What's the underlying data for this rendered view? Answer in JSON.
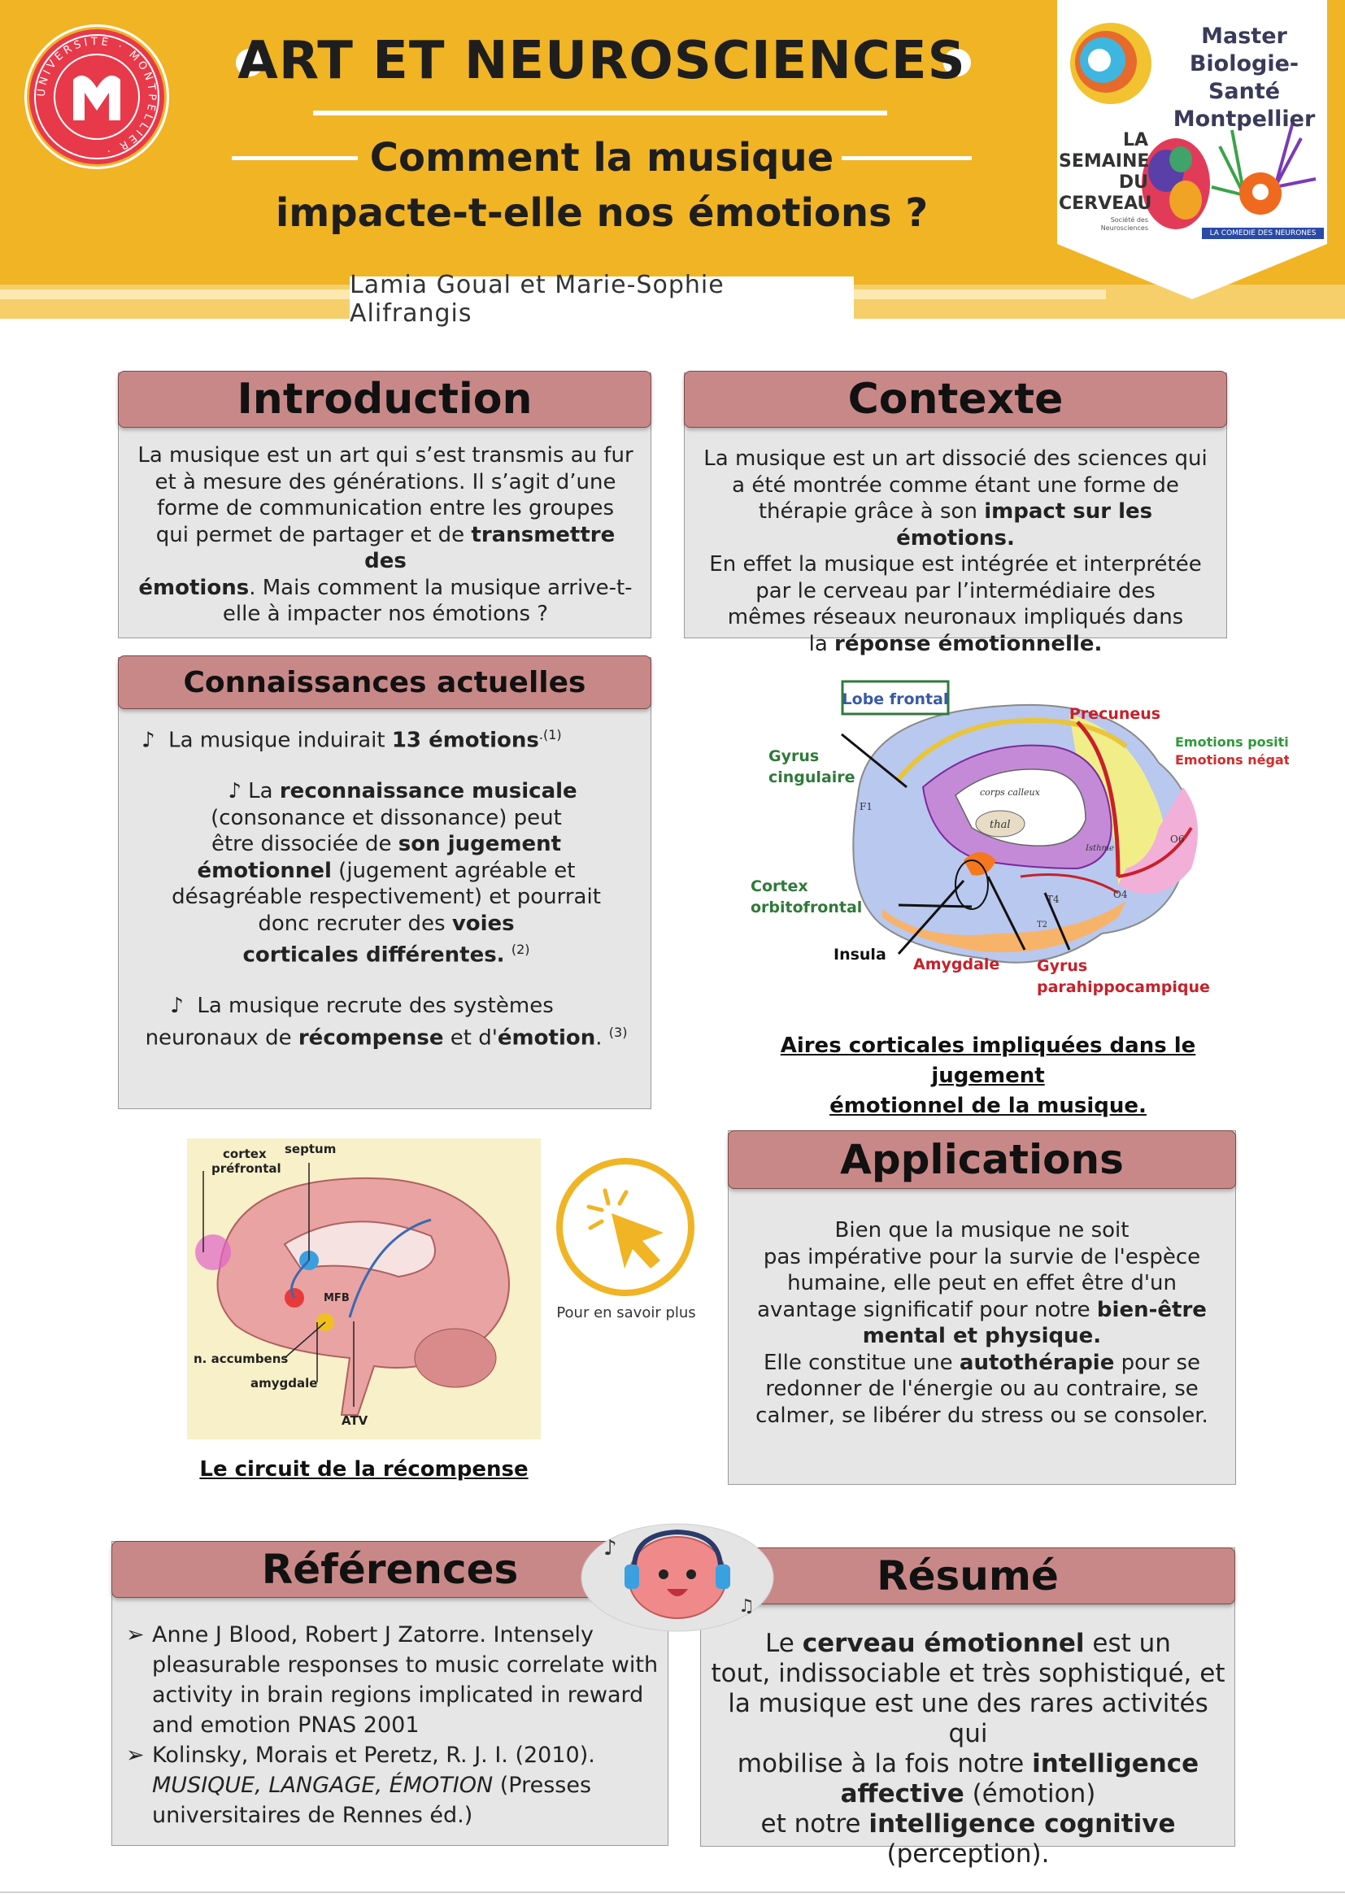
{
  "header": {
    "title": "ART ET NEUROSCIENCES",
    "subtitle_line1": "Comment la musique",
    "subtitle_line2": "impacte-t-elle nos émotions ?",
    "authors": "Lamia Goual et Marie-Sophie Alifrangis",
    "univ_logo_letters": "UNIVERSITÉ · MONTPELLIER ·",
    "master_line1": "Master",
    "master_line2": "Biologie-Santé",
    "master_line3": "Montpellier",
    "semaine": [
      "LA",
      "SEMAINE",
      "DU",
      "CERVEAU"
    ],
    "semaine_sub": "Société des Neurosciences",
    "comedie": "LA COMEDIE DES NEURONES"
  },
  "intro": {
    "heading": "Introduction",
    "lines": [
      "La musique est un art qui s’est transmis au fur",
      "et à mesure des générations. Il s’agit d’une",
      "forme de communication entre les groupes"
    ],
    "line4a": "qui permet de partager et de ",
    "line4b": "transmettre des",
    "line5a": "émotions",
    "line5b": ". Mais comment la musique arrive-t-",
    "line6": "elle à impacter nos émotions ?"
  },
  "contexte": {
    "heading": "Contexte",
    "line1": "La musique est un art dissocié des sciences qui",
    "line2": "a été montrée comme étant une forme de",
    "line3a": "thérapie grâce à son ",
    "line3b": "impact sur les émotions.",
    "line4": "En effet la musique est intégrée et interprétée",
    "line5": "par le cerveau par l’intermédiaire des",
    "line6": "mêmes réseaux neuronaux impliqués dans",
    "line7a": "la ",
    "line7b": "réponse émotionnelle."
  },
  "connaissances": {
    "heading": "Connaissances actuelles",
    "p1a": "La musique induirait ",
    "p1b": "13 émotions",
    "p1ref": ".(1)",
    "p2a": "La ",
    "p2b": "reconnaissance musicale",
    "p2c": "(consonance et dissonance) peut",
    "p2d": "être dissociée de ",
    "p2e": "son jugement",
    "p2f": "émotionnel",
    "p2g": " (jugement agréable et",
    "p2h": "désagréable respectivement) et pourrait",
    "p2i": "donc recruter des ",
    "p2j": "voies",
    "p2k": "corticales différentes.",
    "p2ref": "(2)",
    "p3a": "La musique recrute des systèmes",
    "p3b": "neuronaux de ",
    "p3c": "récompense",
    "p3d": " et d'",
    "p3e": "émotion",
    "p3f": ".",
    "p3ref": "(3)",
    "note_symbol": "♪"
  },
  "figure1": {
    "caption1": "Aires corticales impliquées dans le jugement",
    "caption2": "émotionnel de la musique.",
    "lobe": "Lobe frontal",
    "precuneus": "Precuneus",
    "pos": "Emotions positives",
    "neg": "Emotions négatives",
    "gyrus_cing": [
      "Gyrus",
      "cingulaire"
    ],
    "cortex": [
      "Cortex",
      "orbitofrontal"
    ],
    "insula": "Insula",
    "amygdale": "Amygdale",
    "gyrus_para": [
      "Gyrus",
      "parahippocampique"
    ],
    "inner": [
      "corps calleux",
      "thal",
      "F1",
      "O6",
      "T4",
      "O4",
      "T2",
      "Isthme"
    ],
    "colors": {
      "pos": "#2e9a3a",
      "neg": "#d22b2b",
      "label": "#2f7a3a",
      "red": "#c8202a"
    }
  },
  "figure2": {
    "caption": "Le circuit de la récompense",
    "labels": [
      "cortex",
      "préfrontal",
      "septum",
      "MFB",
      "n. accumbens",
      "amygdale",
      "ATV"
    ]
  },
  "click": {
    "label": "Pour en savoir plus",
    "icon": "cursor-click-icon"
  },
  "applications": {
    "heading": "Applications",
    "l1": "Bien que la musique ne soit",
    "l2": "pas impérative pour la survie de l'espèce",
    "l3": "humaine, elle peut en effet être d'un",
    "l4a": "avantage significatif pour notre ",
    "l4b": "bien-être",
    "l5": "mental et physique.",
    "l6a": "Elle constitue une ",
    "l6b": "autothérapie",
    "l6c": " pour se",
    "l7": "redonner de l'énergie ou au contraire, se",
    "l8": "calmer, se libérer du stress ou se consoler."
  },
  "references": {
    "heading": "Références",
    "marker": "➢",
    "r1": "Anne J Blood, Robert J Zatorre. Intensely pleasurable responses to music correlate with activity in brain regions implicated in reward and emotion PNAS 2001",
    "r2a": "Kolinsky, Morais et Peretz, R. J. I. (2010). ",
    "r2b": "MUSIQUE, LANGAGE, ÉMOTION",
    "r2c": " (Presses universitaires de Rennes éd.)"
  },
  "resume": {
    "heading": "Résumé",
    "l1a": "Le ",
    "l1b": "cerveau émotionnel",
    "l1c": " est un",
    "l2": "tout, indissociable et très sophistiqué, et",
    "l3": "la musique est une des rares activités qui",
    "l4a": "mobilise à la fois notre ",
    "l4b": "intelligence",
    "l5a": "affective",
    "l5b": " (émotion)",
    "l6a": "et notre ",
    "l6b": "intelligence cognitive",
    "l7": "(perception)."
  },
  "theme": {
    "header_bg": "#f0b425",
    "box_head": "#c98888",
    "box_bg": "#e6e6e6",
    "univ_red": "#e8394a"
  }
}
